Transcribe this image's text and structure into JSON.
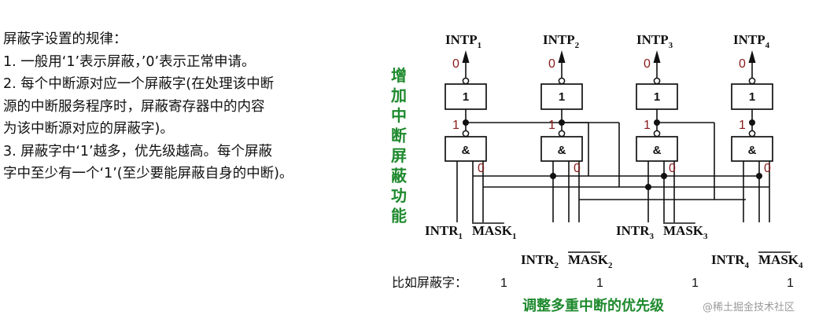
{
  "rules": {
    "title": "屏蔽字设置的规律：",
    "lines": [
      "1. 一般用‘1’表示屏蔽，’0’表示正常申请。",
      "2. 每个中断源对应一个屏蔽字(在处理该中断",
      "源的中断服务程序时，屏蔽寄存器中的内容",
      "为该中断源对应的屏蔽字)。",
      "3. 屏蔽字中‘1’越多，优先级越高。每个屏蔽",
      "字中至少有一个‘1’(至少要能屏蔽自身的中断)。"
    ]
  },
  "side_caption": "增加中断屏蔽功能",
  "gate": {
    "or_label": "1",
    "and_label": "&"
  },
  "channels": [
    {
      "intp": "INTP",
      "intp_sub": "1",
      "out_val": "0",
      "mid_val": "1",
      "and_out_val": "0",
      "intr": "INTR",
      "intr_sub": "1",
      "mask": "MASK",
      "mask_sub": "1",
      "mask_word": "1"
    },
    {
      "intp": "INTP",
      "intp_sub": "2",
      "out_val": "0",
      "mid_val": "1",
      "and_out_val": "0",
      "intr": "INTR",
      "intr_sub": "2",
      "mask": "MASK",
      "mask_sub": "2",
      "mask_word": "1"
    },
    {
      "intp": "INTP",
      "intp_sub": "3",
      "out_val": "0",
      "mid_val": "1",
      "and_out_val": "0",
      "intr": "INTR",
      "intr_sub": "3",
      "mask": "MASK",
      "mask_sub": "3",
      "mask_word": "1"
    },
    {
      "intp": "INTP",
      "intp_sub": "4",
      "out_val": "0",
      "mid_val": "1",
      "and_out_val": "0",
      "intr": "INTR",
      "intr_sub": "4",
      "mask": "MASK",
      "mask_sub": "4",
      "mask_word": "1"
    }
  ],
  "mask_word_label": "比如屏蔽字：",
  "bottom_caption": "调整多重中断的优先级",
  "watermark": "@稀土掘金技术社区",
  "colors": {
    "green": "#1f8a2e",
    "value_red": "#8b1a1a",
    "line": "#111111"
  }
}
